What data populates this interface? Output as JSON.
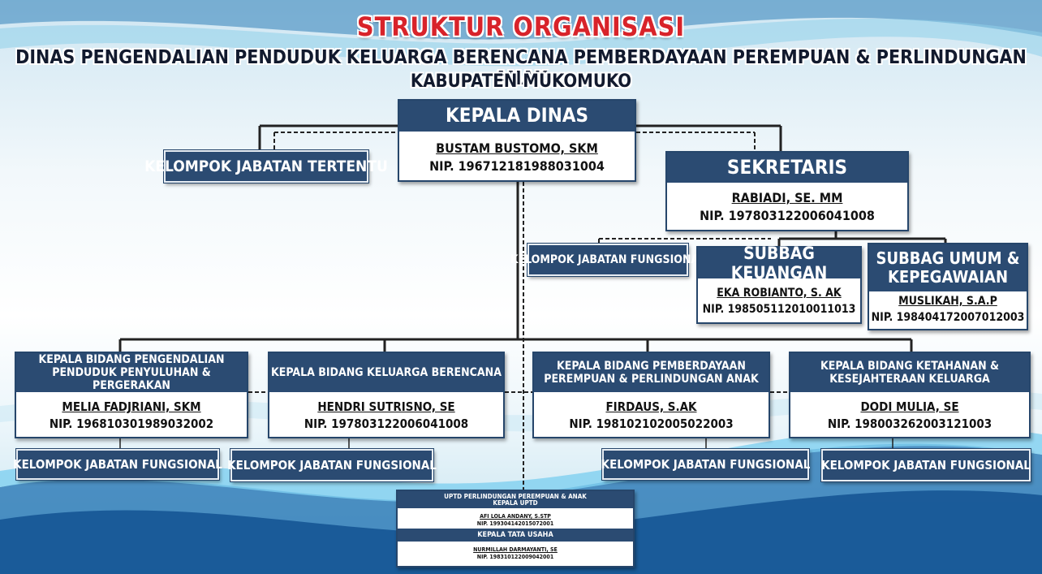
{
  "header": {
    "title": "STRUKTUR ORGANISASI",
    "subtitle": "DINAS PENGENDALIAN PENDUDUK KELUARGA BERENCANA PEMBERDAYAAN PEREMPUAN & PERLINDUNGAN ANAK",
    "region": "KABUPATEN MUKOMUKO"
  },
  "kepala_dinas": {
    "title": "KEPALA DINAS",
    "name": "BUSTAM BUSTOMO, SKM",
    "nip": "NIP. 196712181988031004"
  },
  "kelompok_jabatan_tertentu": "KELOMPOK JABATAN TERTENTU",
  "sekretaris": {
    "title": "SEKRETARIS",
    "name": "RABIADI, SE. MM",
    "nip": "NIP. 197803122006041008"
  },
  "sekretariat_fungsional": "KELOMPOK JABATAN FUNGSIONAL",
  "subbag_keuangan": {
    "title": "SUBBAG KEUANGAN",
    "name": "EKA ROBIANTO, S. AK",
    "nip": "NIP. 198505112010011013"
  },
  "subbag_umum": {
    "title_line1": "SUBBAG UMUM &",
    "title_line2": "KEPEGAWAIAN",
    "name": "MUSLIKAH, S.A.P",
    "nip": "NIP. 198404172007012003"
  },
  "bidang": [
    {
      "title_line1": "KEPALA BIDANG PENGENDALIAN",
      "title_line2": "PENDUDUK PENYULUHAN & PERGERAKAN",
      "name": "MELIA FADJRIANI, SKM",
      "nip": "NIP. 196810301989032002",
      "fungsional": "KELOMPOK JABATAN FUNGSIONAL"
    },
    {
      "title_line1": "KEPALA BIDANG KELUARGA BERENCANA",
      "title_line2": "",
      "name": "HENDRI SUTRISNO, SE",
      "nip": "NIP. 197803122006041008",
      "fungsional": "KELOMPOK JABATAN FUNGSIONAL"
    },
    {
      "title_line1": "KEPALA BIDANG PEMBERDAYAAN",
      "title_line2": "PEREMPUAN & PERLINDUNGAN ANAK",
      "name": "FIRDAUS, S.AK",
      "nip": "NIP. 198102102005022003",
      "fungsional": "KELOMPOK JABATAN FUNGSIONAL"
    },
    {
      "title_line1": "KEPALA BIDANG KETAHANAN &",
      "title_line2": "KESEJAHTERAAN KELUARGA",
      "name": "DODI MULIA, SE",
      "nip": "NIP. 198003262003121003",
      "fungsional": "KELOMPOK JABATAN FUNGSIONAL"
    }
  ],
  "uptd": {
    "title": "UPTD PERLINDUNGAN PEREMPUAN & ANAK",
    "subtitle": "KEPALA UPTD",
    "kepala_name": "AFI LOLA ANDANY, S.STP",
    "kepala_nip": "NIP. 199304142015072001",
    "tu_title": "KEPALA TATA USAHA",
    "tu_name": "NURMILLAH DARMAYANTI, SE",
    "tu_nip": "NIP. 198310122009042001"
  },
  "colors": {
    "header_box": "#2b4b72",
    "title_red": "#d8232a",
    "line": "#222222"
  }
}
